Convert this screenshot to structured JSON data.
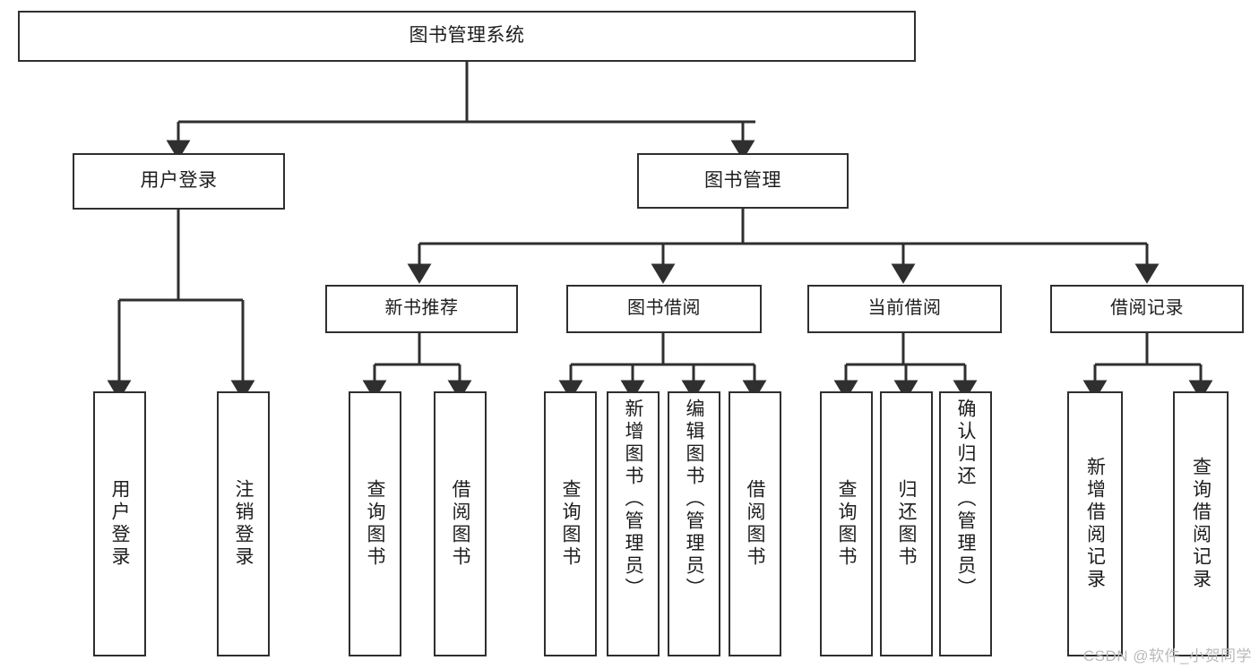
{
  "diagram": {
    "title": "图书管理系统",
    "type": "tree",
    "orientation": "top-down",
    "colors": {
      "stroke": "#2f2f2f",
      "fill": "#ffffff",
      "text": "#1d1d1d",
      "watermark": "#b9b9b9"
    },
    "root": {
      "id": "root",
      "label": "图书管理系统",
      "text_direction": "horizontal"
    },
    "level1": [
      {
        "id": "user-login",
        "label": "用户登录",
        "text_direction": "horizontal"
      },
      {
        "id": "book-management",
        "label": "图书管理",
        "text_direction": "horizontal"
      }
    ],
    "level2": [
      {
        "id": "new-book-recommend",
        "label": "新书推荐",
        "parent": "book-management",
        "text_direction": "horizontal"
      },
      {
        "id": "book-borrow",
        "label": "图书借阅",
        "parent": "book-management",
        "text_direction": "horizontal"
      },
      {
        "id": "current-borrow",
        "label": "当前借阅",
        "parent": "book-management",
        "text_direction": "horizontal"
      },
      {
        "id": "borrow-record",
        "label": "借阅记录",
        "parent": "book-management",
        "text_direction": "horizontal"
      }
    ],
    "leaves": [
      {
        "id": "leaf-user-login",
        "label": "用户登录",
        "parent": "user-login",
        "text_direction": "vertical"
      },
      {
        "id": "leaf-logout",
        "label": "注销登录",
        "parent": "user-login",
        "text_direction": "vertical"
      },
      {
        "id": "leaf-query-book-1",
        "label": "查询图书",
        "parent": "new-book-recommend",
        "text_direction": "vertical"
      },
      {
        "id": "leaf-borrow-book-1",
        "label": "借阅图书",
        "parent": "new-book-recommend",
        "text_direction": "vertical"
      },
      {
        "id": "leaf-query-book-2",
        "label": "查询图书",
        "parent": "book-borrow",
        "text_direction": "vertical"
      },
      {
        "id": "leaf-add-book",
        "label": "新增图书（管理员）",
        "parent": "book-borrow",
        "text_direction": "vertical"
      },
      {
        "id": "leaf-edit-book",
        "label": "编辑图书（管理员）",
        "parent": "book-borrow",
        "text_direction": "vertical"
      },
      {
        "id": "leaf-borrow-book-2",
        "label": "借阅图书",
        "parent": "book-borrow",
        "text_direction": "vertical"
      },
      {
        "id": "leaf-query-book-3",
        "label": "查询图书",
        "parent": "current-borrow",
        "text_direction": "vertical"
      },
      {
        "id": "leaf-return-book",
        "label": "归还图书",
        "parent": "current-borrow",
        "text_direction": "vertical"
      },
      {
        "id": "leaf-confirm-return",
        "label": "确认归还（管理员）",
        "parent": "current-borrow",
        "text_direction": "vertical"
      },
      {
        "id": "leaf-add-record",
        "label": "新增借阅记录",
        "parent": "borrow-record",
        "text_direction": "vertical"
      },
      {
        "id": "leaf-query-record",
        "label": "查询借阅记录",
        "parent": "borrow-record",
        "text_direction": "vertical"
      }
    ]
  },
  "watermark": {
    "text": "CSDN @软件_小贺同学"
  }
}
